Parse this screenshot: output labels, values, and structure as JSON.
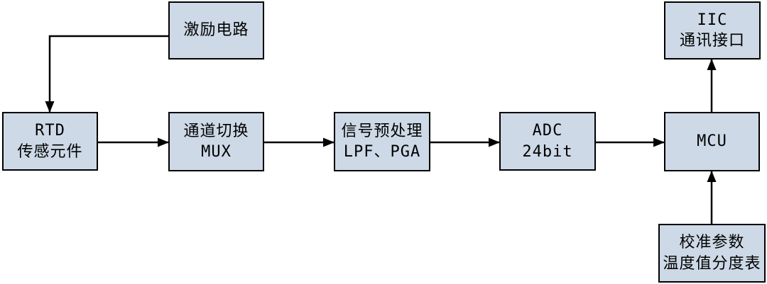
{
  "diagram": {
    "nodes": {
      "excitation": {
        "lines": [
          "激励电路"
        ]
      },
      "rtd": {
        "lines": [
          "RTD",
          "传感元件"
        ]
      },
      "mux": {
        "lines": [
          "通道切换",
          "MUX"
        ]
      },
      "signal": {
        "lines": [
          "信号预处理",
          "LPF、PGA"
        ]
      },
      "adc": {
        "lines": [
          "ADC",
          "24bit"
        ]
      },
      "mcu": {
        "lines": [
          "MCU"
        ]
      },
      "iic": {
        "lines": [
          "IIC",
          "通讯接口"
        ]
      },
      "calibration": {
        "lines": [
          "校准参数",
          "温度值分度表"
        ]
      }
    },
    "edges": [
      {
        "from": "excitation",
        "to": "rtd",
        "style": "elbow-left-down"
      },
      {
        "from": "rtd",
        "to": "mux",
        "style": "straight-right"
      },
      {
        "from": "mux",
        "to": "signal",
        "style": "straight-right"
      },
      {
        "from": "signal",
        "to": "adc",
        "style": "straight-right"
      },
      {
        "from": "adc",
        "to": "mcu",
        "style": "straight-right"
      },
      {
        "from": "mcu",
        "to": "iic",
        "style": "straight-up"
      },
      {
        "from": "calibration",
        "to": "mcu",
        "style": "straight-up"
      }
    ],
    "colors": {
      "node_fill": "#cdd9e6",
      "node_border": "#000000",
      "arrow": "#000000",
      "background": "#ffffff"
    }
  }
}
